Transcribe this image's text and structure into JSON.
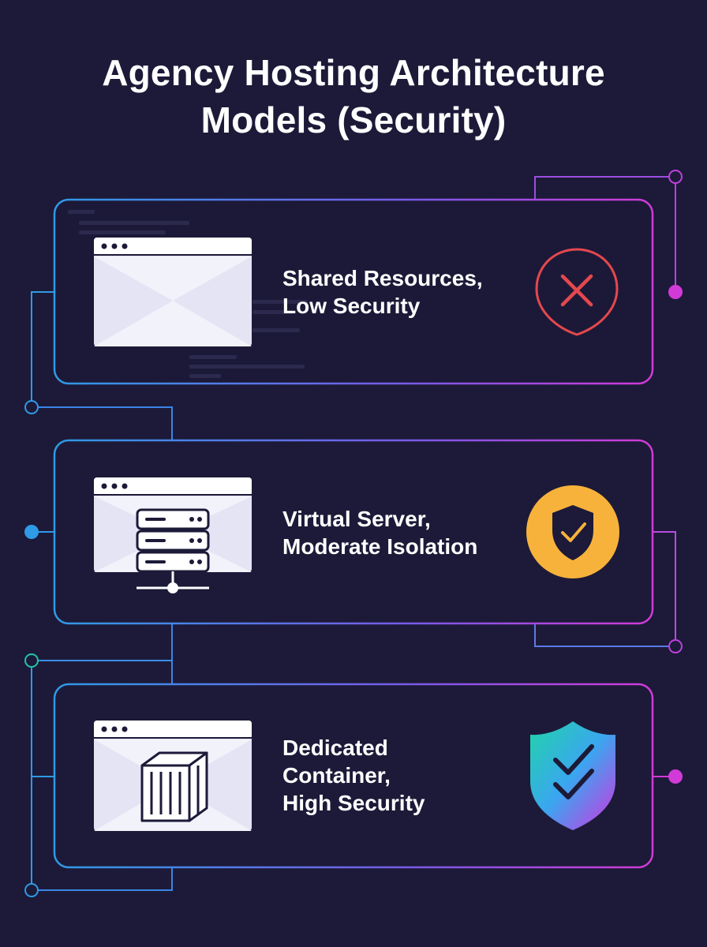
{
  "title": {
    "line1": "Agency Hosting Architecture",
    "line2": "Models (Security)"
  },
  "tiers": [
    {
      "lines": [
        "Shared Resources,",
        "Low Security"
      ],
      "icon": "browser-window-icon",
      "status_icon": "x-shield-icon",
      "status_color": "#e5484d"
    },
    {
      "lines": [
        "Virtual Server,",
        "Moderate Isolation"
      ],
      "icon": "server-stack-icon",
      "status_icon": "check-shield-icon",
      "status_color": "#f7b23b"
    },
    {
      "lines": [
        "Dedicated",
        "Container,",
        "High Security"
      ],
      "icon": "container-box-icon",
      "status_icon": "double-check-shield-icon",
      "status_color": "#c13cf0"
    }
  ],
  "colors": {
    "background": "#1c1a38",
    "accent_blue": "#2f9ae6",
    "accent_magenta": "#d23ad8"
  }
}
